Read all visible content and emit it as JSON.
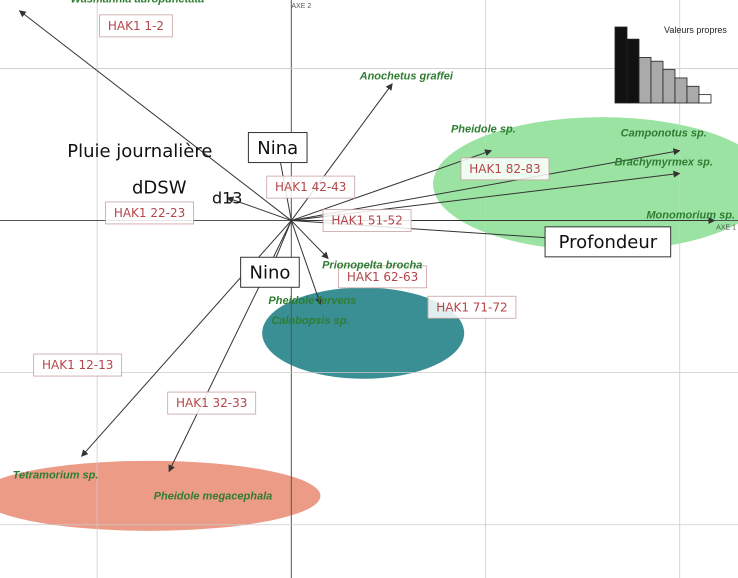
{
  "chart_data": {
    "type": "scatter",
    "title": "",
    "xlabel": "AXE 1",
    "ylabel": "AXE 2",
    "xlim": [
      -1.5,
      2.3
    ],
    "ylim": [
      -2.35,
      1.45
    ],
    "grid": true,
    "species": [
      {
        "name": "Wasmannia auropunctata",
        "x": -1.4,
        "y": 1.38
      },
      {
        "name": "Anochetus graffei",
        "x": 0.52,
        "y": 0.9
      },
      {
        "name": "Pheidole sp.",
        "x": 1.03,
        "y": 0.46
      },
      {
        "name": "Camponotus sp.",
        "x": 2.0,
        "y": 0.46
      },
      {
        "name": "Brachymyrmex sp.",
        "x": 2.0,
        "y": 0.31
      },
      {
        "name": "Monomorium sp.",
        "x": 2.18,
        "y": 0.0
      },
      {
        "name": "Prionopelta brocha",
        "x": 0.19,
        "y": -0.25
      },
      {
        "name": "Pheidole fervens",
        "x": 0.15,
        "y": -0.55
      },
      {
        "name": "Calobopsis sp.",
        "x": 0.15,
        "y": -0.55
      },
      {
        "name": "Tetramorium sp.",
        "x": -1.08,
        "y": -1.55
      },
      {
        "name": "Pheidole megacephala",
        "x": -0.63,
        "y": -1.65
      }
    ],
    "samples": [
      {
        "label": "HAK1 1-2",
        "x": -0.8,
        "y": 1.28
      },
      {
        "label": "HAK1 42-43",
        "x": 0.1,
        "y": 0.22
      },
      {
        "label": "HAK1 22-23",
        "x": -0.73,
        "y": 0.05
      },
      {
        "label": "HAK1 51-52",
        "x": 0.39,
        "y": 0.0
      },
      {
        "label": "HAK1 82-83",
        "x": 1.1,
        "y": 0.34
      },
      {
        "label": "HAK1 62-63",
        "x": 0.47,
        "y": -0.37
      },
      {
        "label": "HAK1 71-72",
        "x": 0.93,
        "y": -0.57
      },
      {
        "label": "HAK1 12-13",
        "x": -1.1,
        "y": -0.95
      },
      {
        "label": "HAK1 32-33",
        "x": -0.41,
        "y": -1.2
      }
    ],
    "variables": [
      {
        "label": "Nina",
        "x": -0.07,
        "y": 0.48,
        "size": 18
      },
      {
        "label": "Pluie journalière",
        "x": -0.78,
        "y": 0.46,
        "size": 18
      },
      {
        "label": "dDSW",
        "x": -0.68,
        "y": 0.22,
        "size": 18
      },
      {
        "label": "d13",
        "x": -0.33,
        "y": 0.15,
        "size": 16
      },
      {
        "label": "Profondeur",
        "x": 1.63,
        "y": -0.14,
        "size": 18
      },
      {
        "label": "Nino",
        "x": -0.11,
        "y": -0.34,
        "size": 18
      }
    ],
    "groups": [
      {
        "name": "green",
        "color": "#9be3a3",
        "cx": 1.6,
        "cy": 0.24,
        "rx": 0.87,
        "ry": 0.44
      },
      {
        "name": "teal",
        "color": "#3a8f95",
        "cx": 0.37,
        "cy": -0.74,
        "rx": 0.52,
        "ry": 0.3
      },
      {
        "name": "salmon",
        "color": "#ec9b86",
        "cx": -0.73,
        "cy": -1.81,
        "rx": 0.88,
        "ry": 0.23
      }
    ],
    "eigenvalues": {
      "title": "Valeurs propres",
      "values": [
        1.0,
        0.84,
        0.6,
        0.55,
        0.44,
        0.33,
        0.22,
        0.11
      ]
    }
  }
}
